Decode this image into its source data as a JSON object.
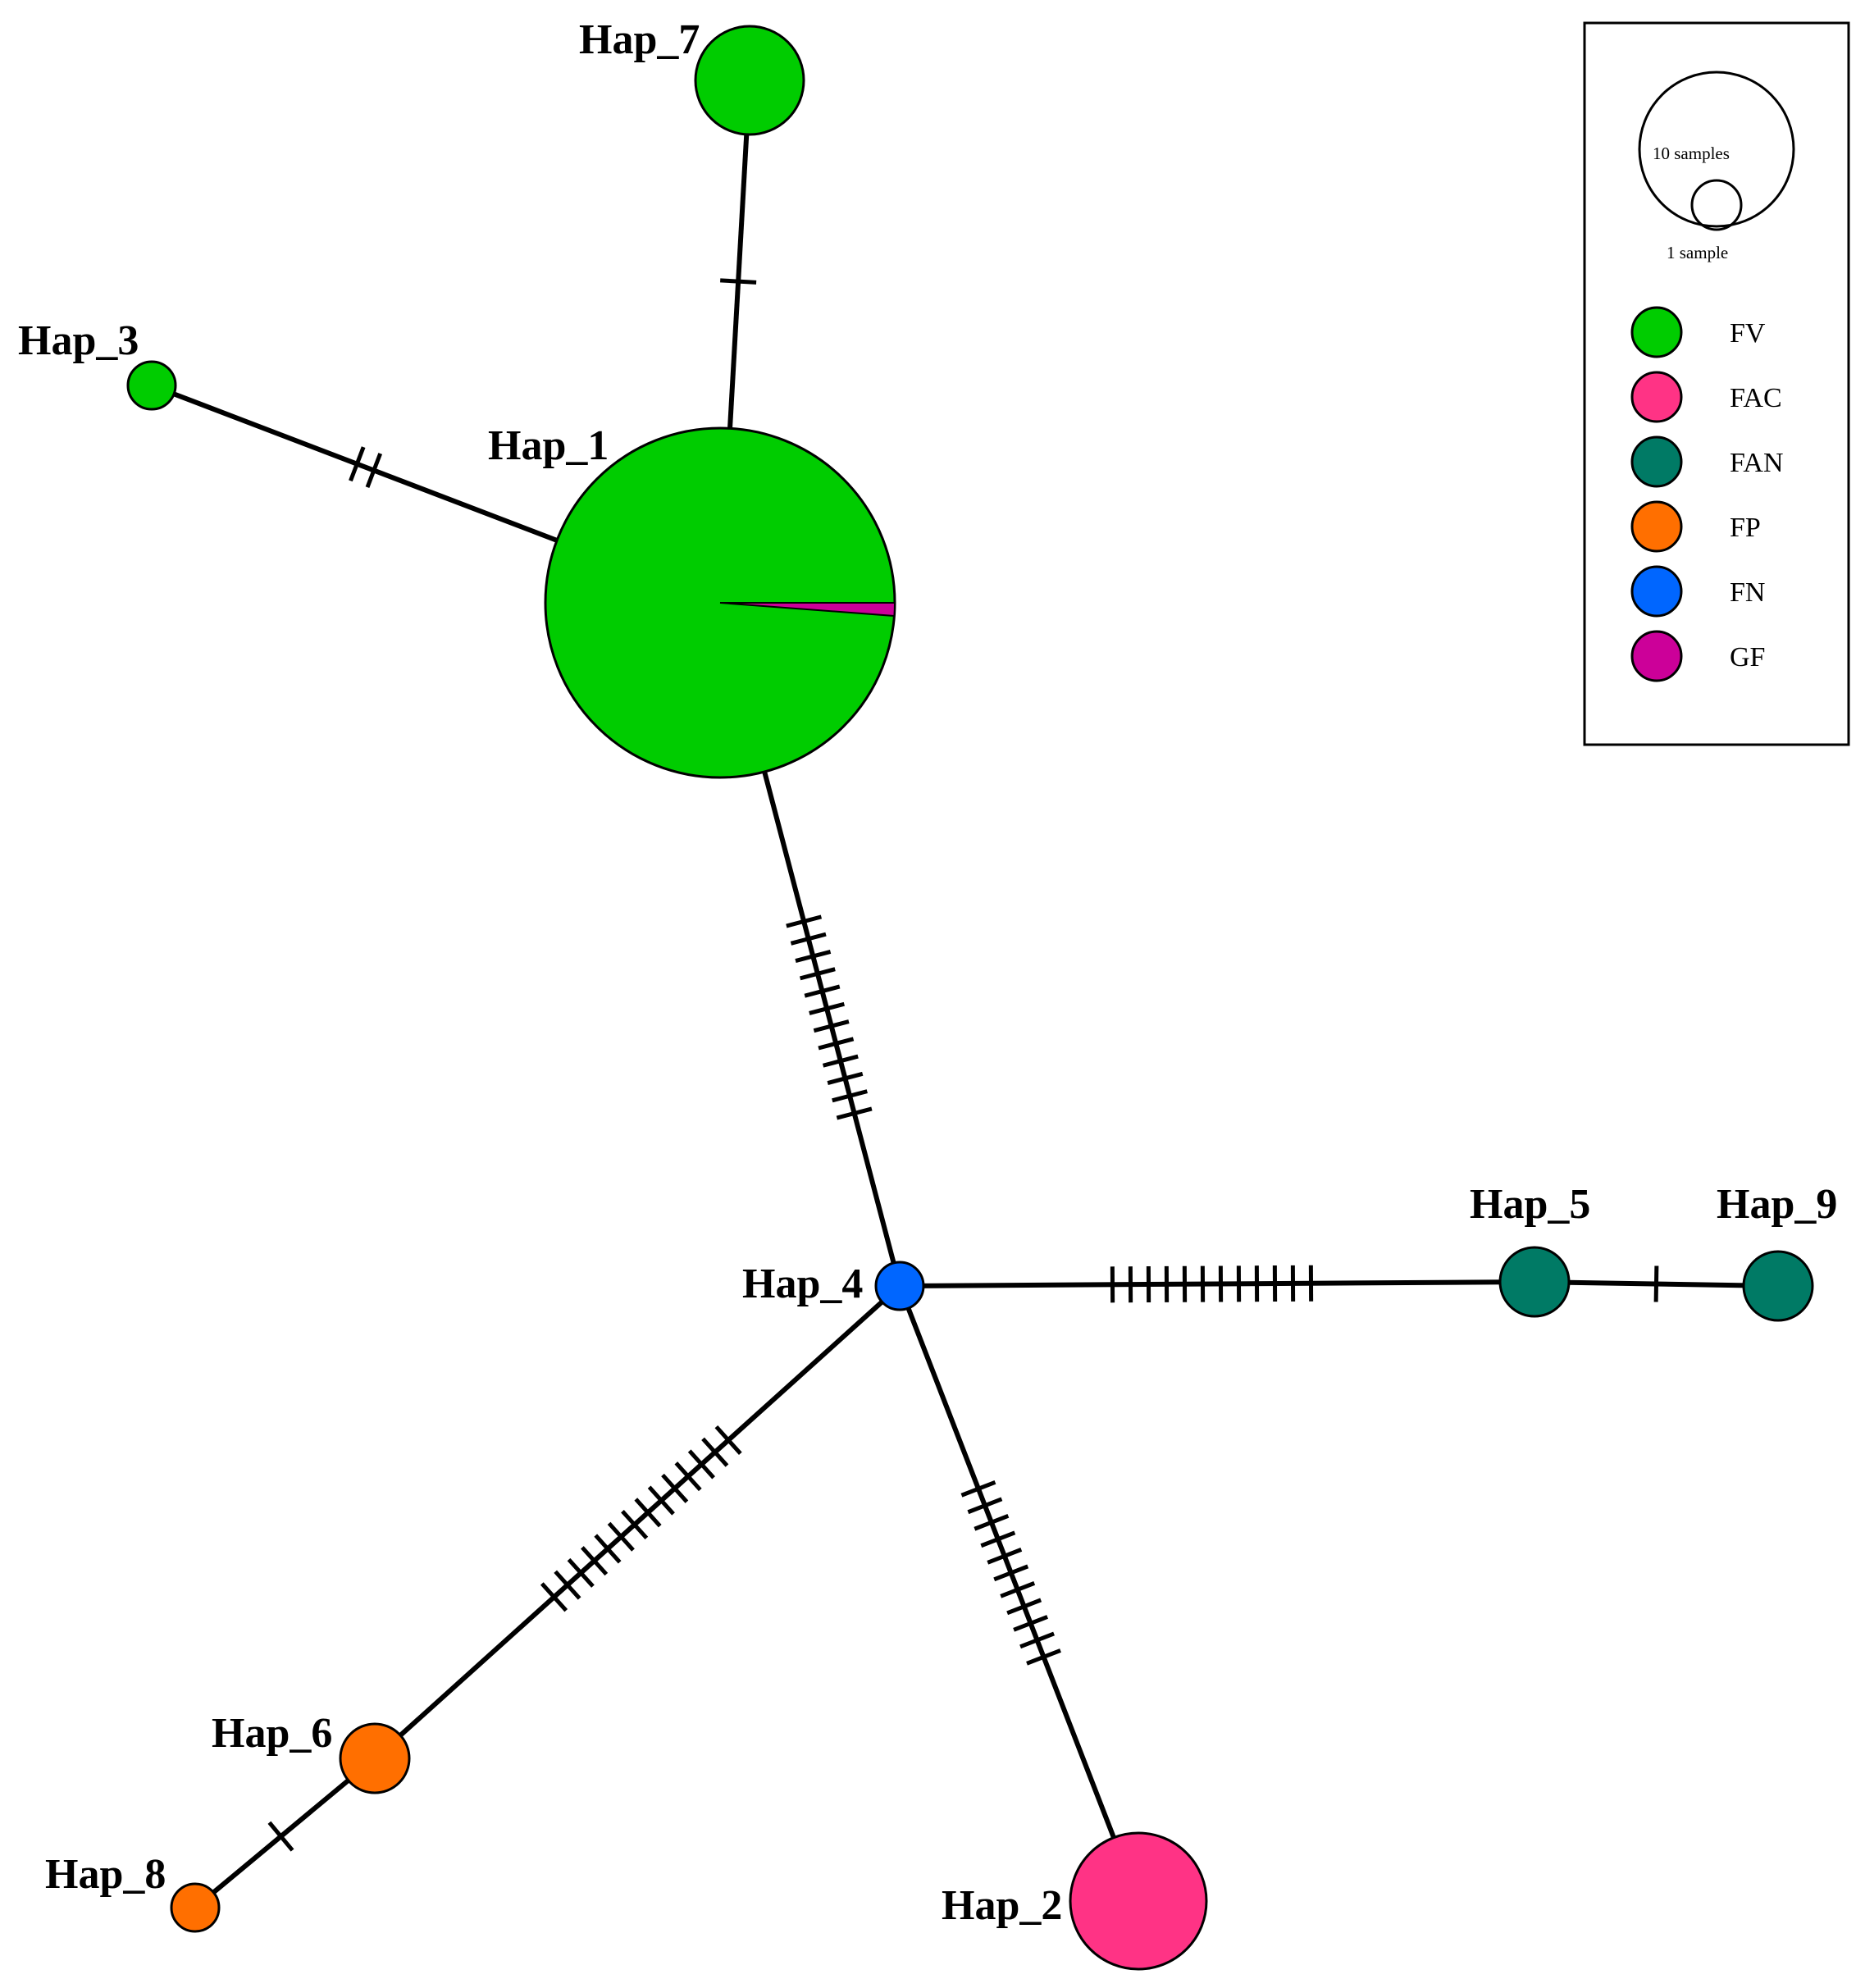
{
  "groups": [
    {
      "id": "FV",
      "label": "FV",
      "color": "#00cc00"
    },
    {
      "id": "FAC",
      "label": "FAC",
      "color": "#ff3385"
    },
    {
      "id": "FAN",
      "label": "FAN",
      "color": "#007a65"
    },
    {
      "id": "FP",
      "label": "FP",
      "color": "#ff6f00"
    },
    {
      "id": "FN",
      "label": "FN",
      "color": "#0066ff"
    },
    {
      "id": "GF",
      "label": "GF",
      "color": "#cc0099"
    }
  ],
  "size_legend": {
    "large": "10 samples",
    "small": "1 sample"
  },
  "haplotypes": [
    {
      "id": "hap1",
      "label": "Hap_1",
      "group": "FV",
      "minor": {
        "group": "GF",
        "fraction": 0.012
      }
    },
    {
      "id": "hap2",
      "label": "Hap_2",
      "group": "FAC"
    },
    {
      "id": "hap3",
      "label": "Hap_3",
      "group": "FV"
    },
    {
      "id": "hap4",
      "label": "Hap_4",
      "group": "FN"
    },
    {
      "id": "hap5",
      "label": "Hap_5",
      "group": "FAN"
    },
    {
      "id": "hap6",
      "label": "Hap_6",
      "group": "FP"
    },
    {
      "id": "hap7",
      "label": "Hap_7",
      "group": "FV"
    },
    {
      "id": "hap8",
      "label": "Hap_8",
      "group": "FP"
    },
    {
      "id": "hap9",
      "label": "Hap_9",
      "group": "FAN"
    }
  ],
  "edges": [
    {
      "from": "hap7",
      "to": "hap1",
      "mutations": 1
    },
    {
      "from": "hap3",
      "to": "hap1",
      "mutations": 2
    },
    {
      "from": "hap1",
      "to": "hap4",
      "mutations": 12
    },
    {
      "from": "hap4",
      "to": "hap5",
      "mutations": 12
    },
    {
      "from": "hap5",
      "to": "hap9",
      "mutations": 1
    },
    {
      "from": "hap4",
      "to": "hap6",
      "mutations": 14
    },
    {
      "from": "hap4",
      "to": "hap2",
      "mutations": 11
    },
    {
      "from": "hap6",
      "to": "hap8",
      "mutations": 1
    }
  ]
}
